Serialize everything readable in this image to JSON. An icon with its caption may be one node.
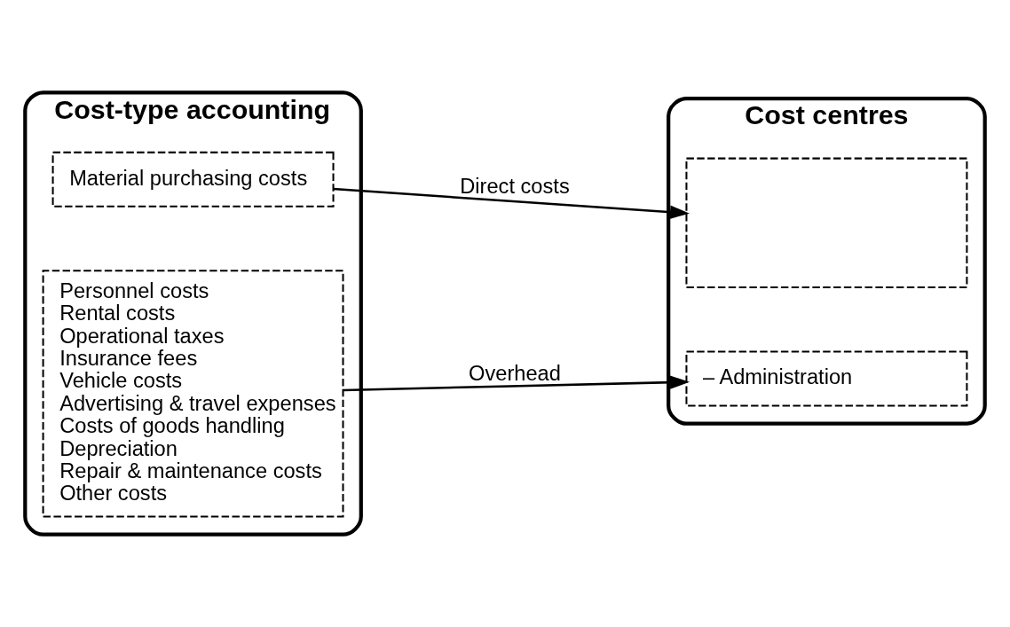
{
  "diagram": {
    "nodes": [
      {
        "text": [
          "Cost-type accounting"
        ]
      },
      {
        "text": [
          "Material purchasing costs"
        ],
        "in": 0
      },
      {
        "text": [
          "Personnel costs",
          "Rental costs",
          "Operational taxes",
          "Insurance fees",
          "Vehicle costs",
          "Advertising & travel expenses",
          "Costs of goods handling",
          "Depreciation",
          "Repair & maintenance costs",
          "Other costs"
        ],
        "in": 0
      },
      {
        "text": [
          "Cost centres"
        ]
      },
      {
        "text": [],
        "shape": "box",
        "in": 3
      },
      {
        "text": [
          "– Administration"
        ],
        "in": 3
      }
    ],
    "edges": [
      {
        "from": 1,
        "to": 4,
        "arrow": "to",
        "label": "Direct costs"
      },
      {
        "from": 2,
        "to": 5,
        "arrow": "to",
        "label": "Overhead"
      }
    ]
  }
}
